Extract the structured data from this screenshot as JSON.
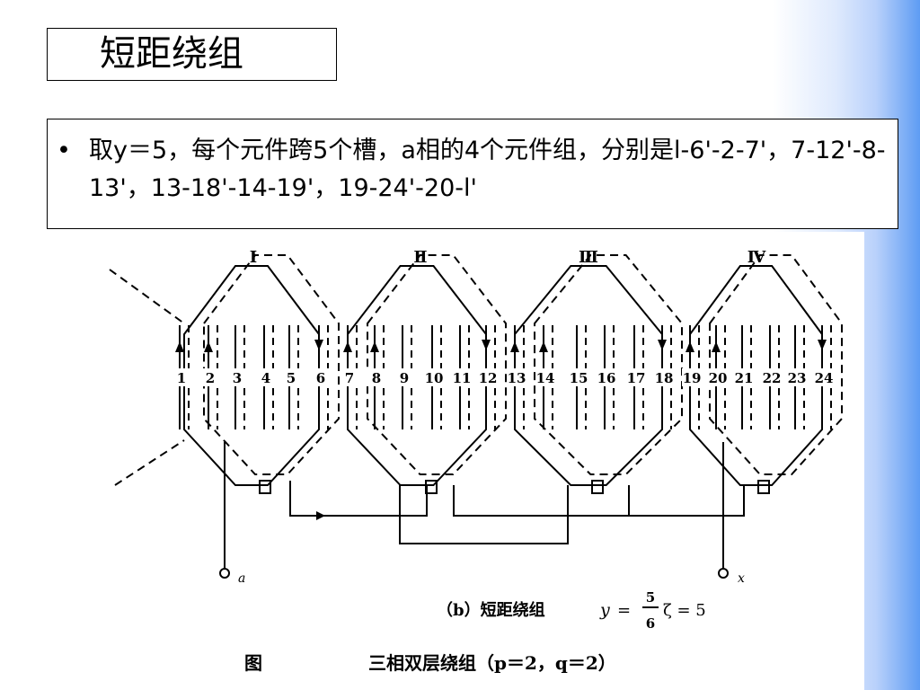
{
  "slide": {
    "title": "短距绕组",
    "bullet_marker": "•",
    "bullet_text": "取y＝5，每个元件跨5个槽，a相的4个元件组，分别是l-6'-2-7'，7-12'-8-13'，13-18'-14-19'，19-24'-20-l'"
  },
  "figure": {
    "group_labels": [
      "Ⅰ",
      "Ⅱ",
      "Ⅲ",
      "Ⅳ"
    ],
    "slot_numbers": [
      "1",
      "2",
      "3",
      "4",
      "5",
      "6",
      "7",
      "8",
      "9",
      "10",
      "11",
      "12",
      "13",
      "14",
      "15",
      "16",
      "17",
      "18",
      "19",
      "20",
      "21",
      "22",
      "23",
      "24"
    ],
    "terminal_a": "a",
    "terminal_x": "x",
    "caption_prefix": "（b）短距绕组",
    "caption_y": "y",
    "caption_eq": "=",
    "caption_numerator": "5",
    "caption_denominator": "6",
    "caption_tail": "ζ = 5",
    "figure_label": "图",
    "figure_title": "三相双层绕组（p＝2，q＝2）"
  }
}
